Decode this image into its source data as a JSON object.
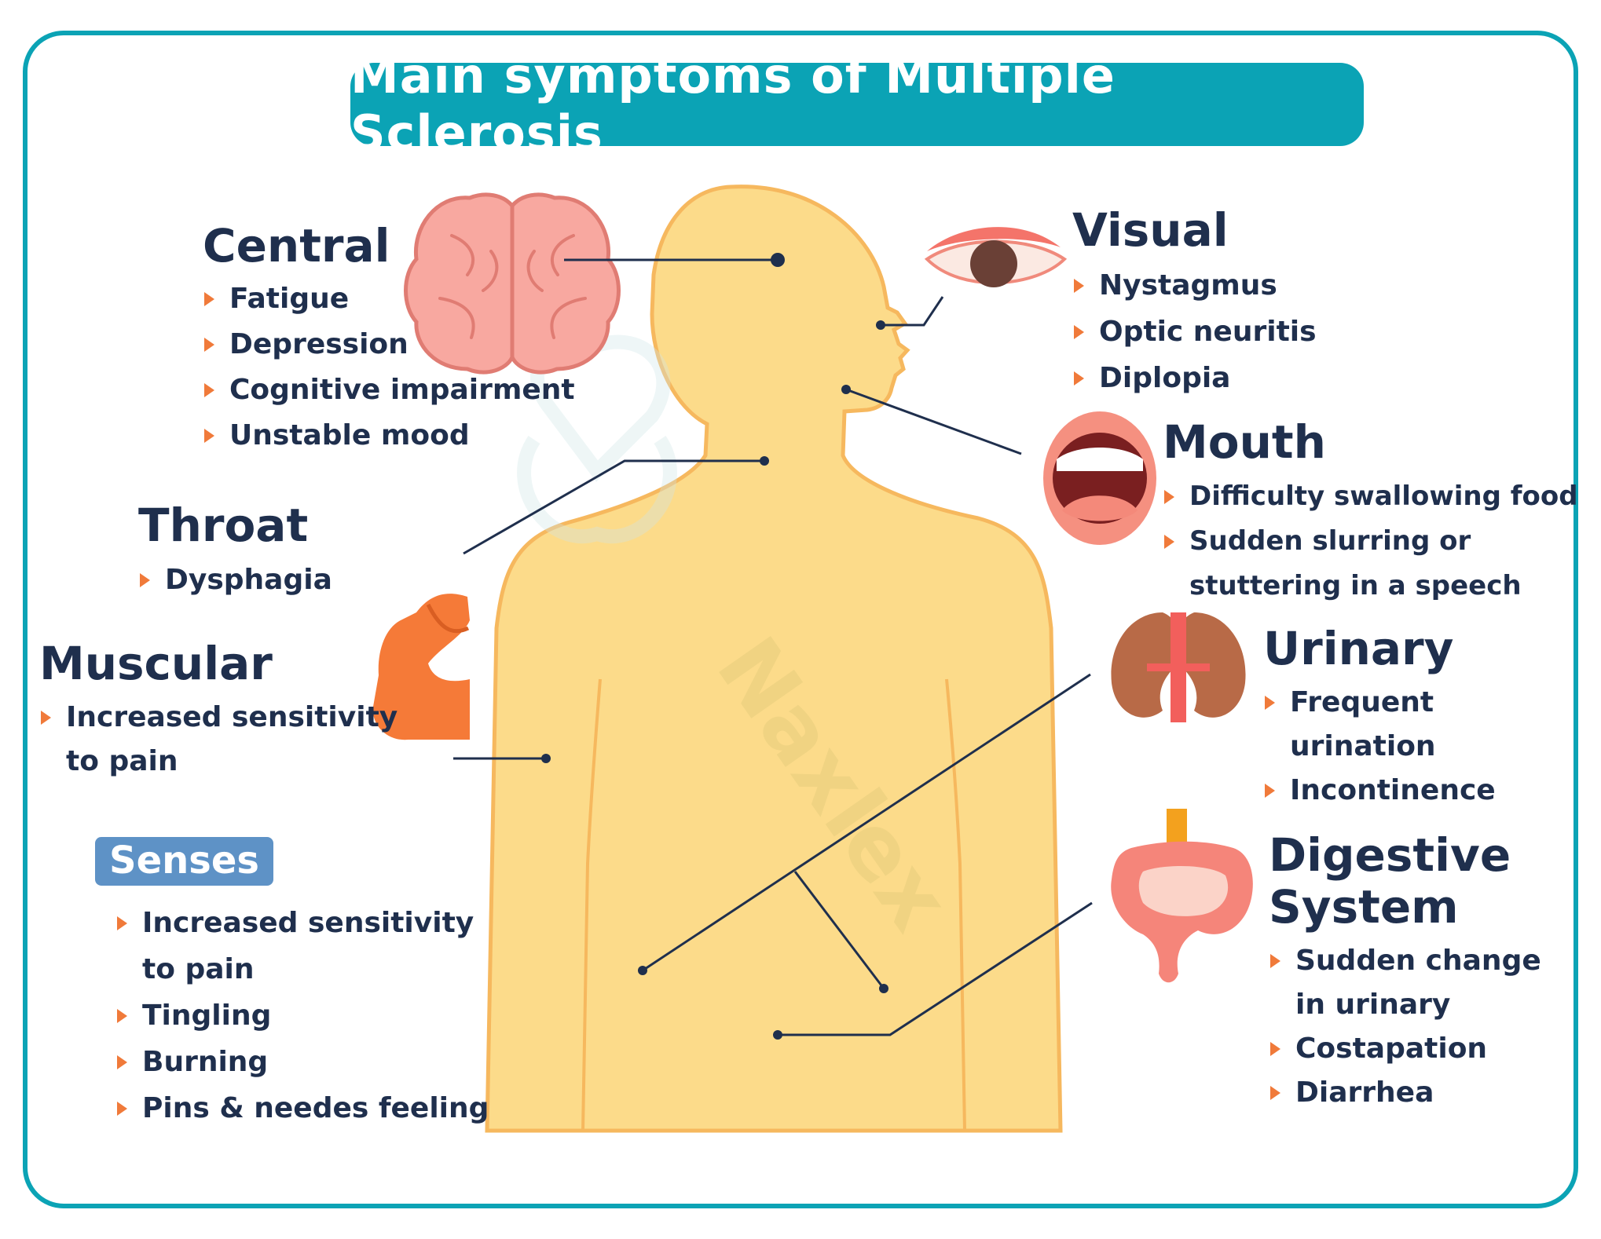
{
  "title": "Main symptoms of Multiple Sclerosis",
  "watermark": "Naxlex",
  "colors": {
    "accent": "#0ba3b5",
    "body": "#fcdb8a",
    "body_outline": "#f6b85e",
    "text": "#1f2f4d",
    "bullet": "#f07a3a",
    "senses_badge": "#5e92c6"
  },
  "sections": {
    "central": {
      "heading": "Central",
      "icon": "brain-icon",
      "items": [
        "Fatigue",
        "Depression",
        "Cognitive impairment",
        "Unstable mood"
      ]
    },
    "throat": {
      "heading": "Throat",
      "items": [
        "Dysphagia"
      ]
    },
    "muscular": {
      "heading": "Muscular",
      "icon": "flexed-arm-icon",
      "items": [
        [
          "Increased sensitivity",
          "to pain"
        ]
      ]
    },
    "senses": {
      "heading": "Senses",
      "items": [
        [
          "Increased sensitivity",
          "to pain"
        ],
        "Tingling",
        "Burning",
        "Pins & needes feeling"
      ]
    },
    "visual": {
      "heading": "Visual",
      "icon": "eye-icon",
      "items": [
        "Nystagmus",
        "Optic neuritis",
        "Diplopia"
      ]
    },
    "mouth": {
      "heading": "Mouth",
      "icon": "mouth-icon",
      "items": [
        "Difficulty swallowing food",
        [
          "Sudden slurring or",
          "stuttering in a speech"
        ]
      ]
    },
    "urinary": {
      "heading": "Urinary",
      "icon": "kidneys-icon",
      "items": [
        [
          "Frequent",
          "urination"
        ],
        "Incontinence"
      ]
    },
    "digestive": {
      "heading": "Digestive\nSystem",
      "icon": "intestines-icon",
      "items": [
        [
          "Sudden change",
          "in urinary"
        ],
        "Costapation",
        "Diarrhea"
      ]
    }
  }
}
